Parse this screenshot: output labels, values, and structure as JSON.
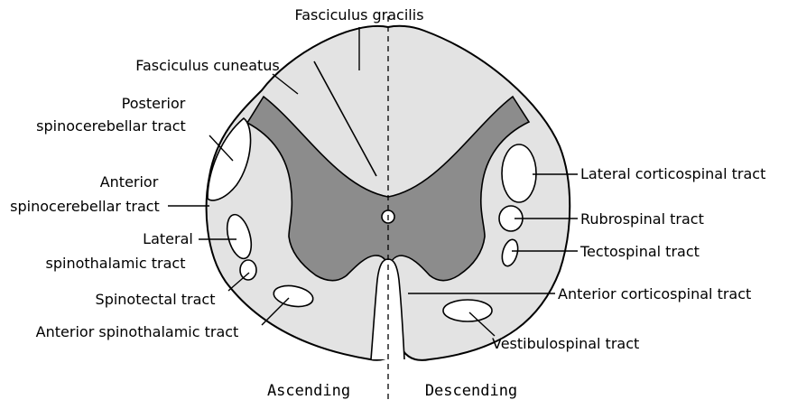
{
  "colors": {
    "white_matter": "#e3e3e3",
    "grey_matter": "#8c8c8c",
    "outline": "#000000"
  },
  "labels": {
    "fasciculus_gracilis": "Fasciculus gracilis",
    "fasciculus_cuneatus": "Fasciculus cuneatus",
    "posterior_spinocerebellar": [
      "Posterior",
      "spinocerebellar tract"
    ],
    "anterior_spinocerebellar": [
      "Anterior",
      "spinocerebellar tract"
    ],
    "lateral_spinothalamic": [
      "Lateral",
      "spinothalamic tract"
    ],
    "spinotectal": "Spinotectal tract",
    "anterior_spinothalamic": "Anterior spinothalamic tract",
    "lateral_corticospinal": "Lateral corticospinal tract",
    "rubrospinal": "Rubrospinal tract",
    "tectospinal": "Tectospinal tract",
    "anterior_corticospinal": "Anterior corticospinal tract",
    "vestibulospinal": "Vestibulospinal tract"
  },
  "sides": {
    "ascending": "Ascending",
    "descending": "Descending"
  }
}
